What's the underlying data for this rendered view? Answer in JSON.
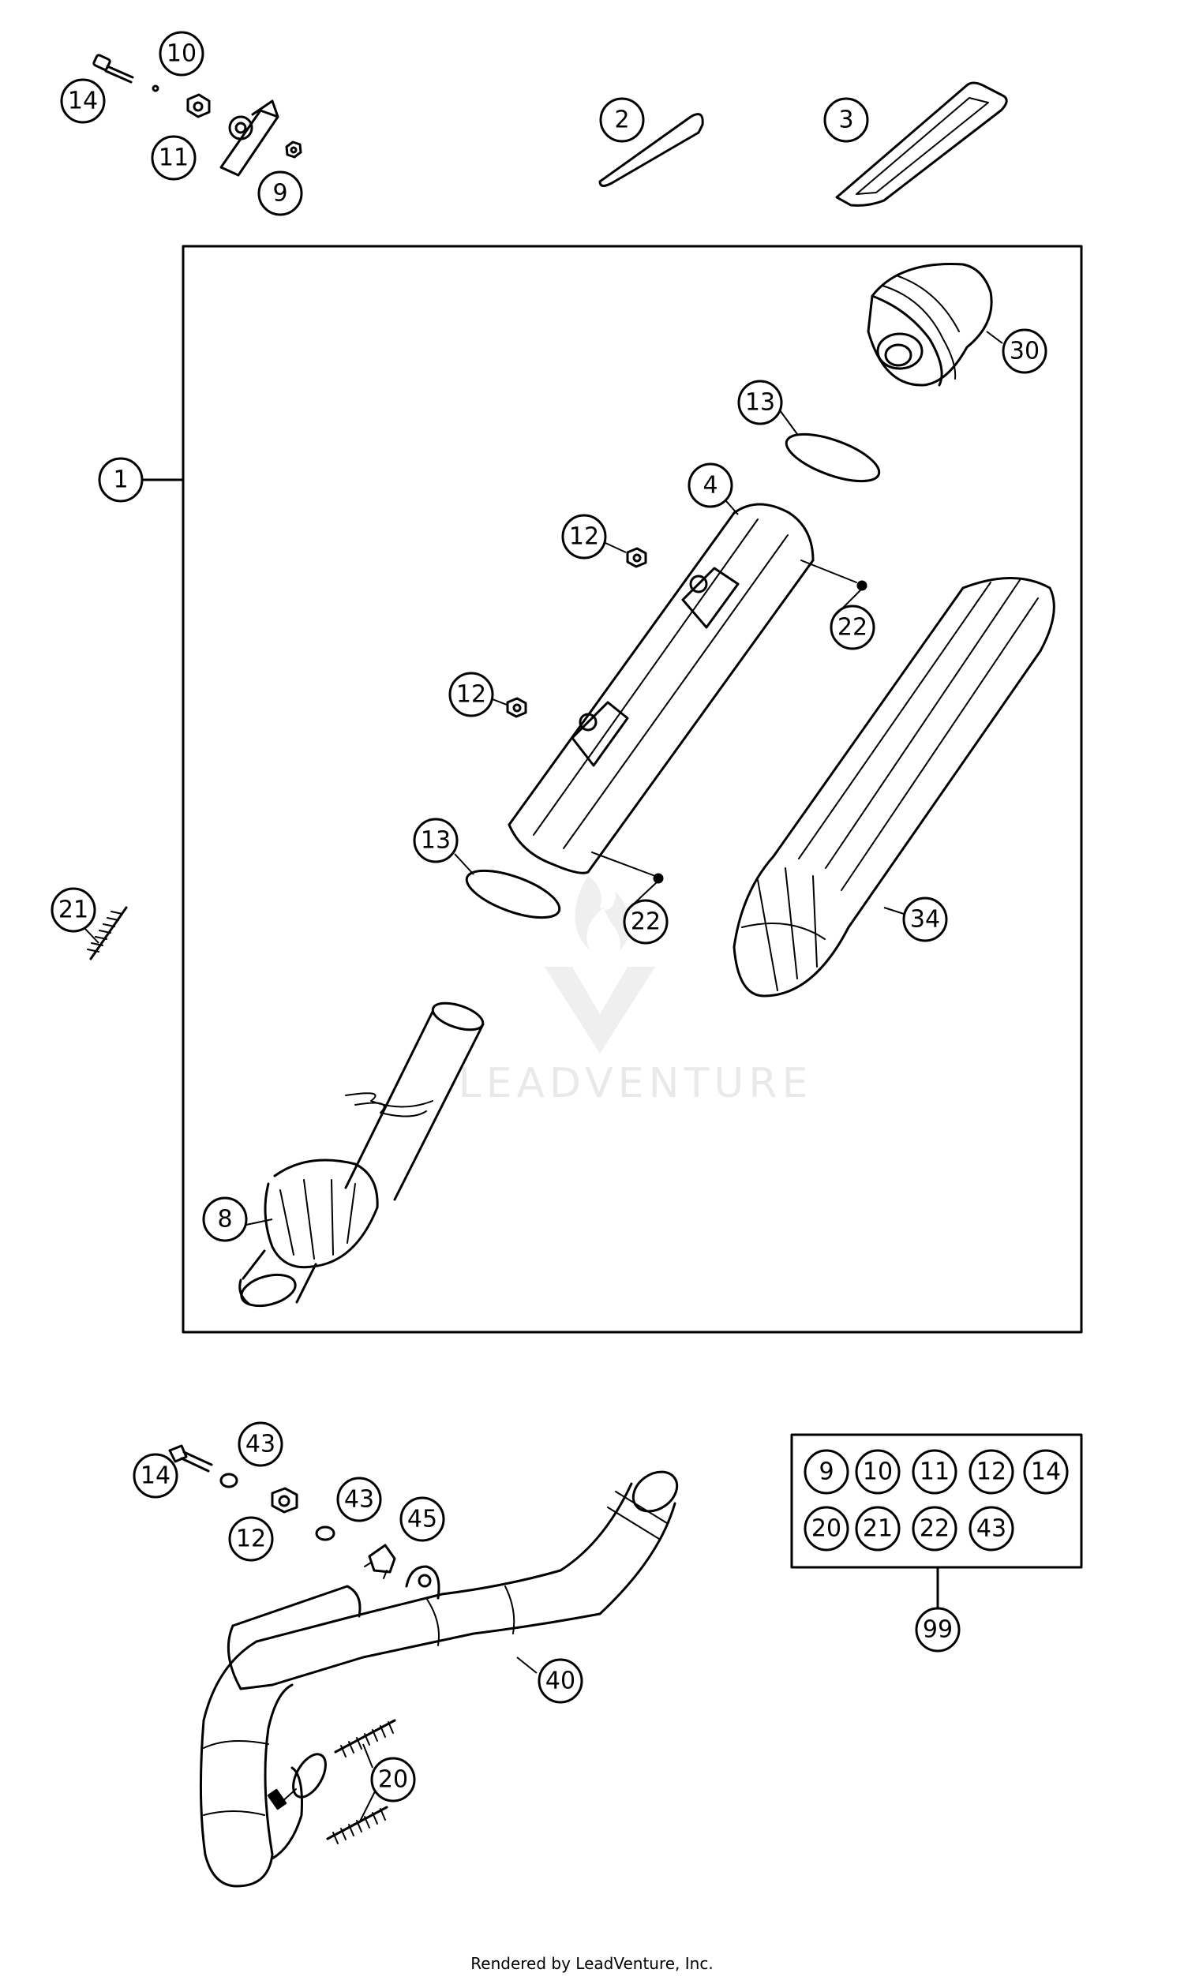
{
  "diagram": {
    "callouts": {
      "c14a": "14",
      "c10": "10",
      "c11": "11",
      "c9": "9",
      "c2": "2",
      "c3": "3",
      "c1": "1",
      "c30": "30",
      "c13a": "13",
      "c4": "4",
      "c12a": "12",
      "c22a": "22",
      "c12b": "12",
      "c13b": "13",
      "c22b": "22",
      "c34": "34",
      "c21": "21",
      "c8": "8",
      "c14b": "14",
      "c43a": "43",
      "c12c": "12",
      "c43b": "43",
      "c45": "45",
      "c40": "40",
      "c20": "20",
      "k9": "9",
      "k10": "10",
      "k11": "11",
      "k12": "12",
      "k14": "14",
      "k20": "20",
      "k21": "21",
      "k22": "22",
      "k43": "43",
      "c99": "99"
    },
    "watermark": "LEADVENTURE",
    "footer": "Rendered by LeadVenture, Inc."
  }
}
